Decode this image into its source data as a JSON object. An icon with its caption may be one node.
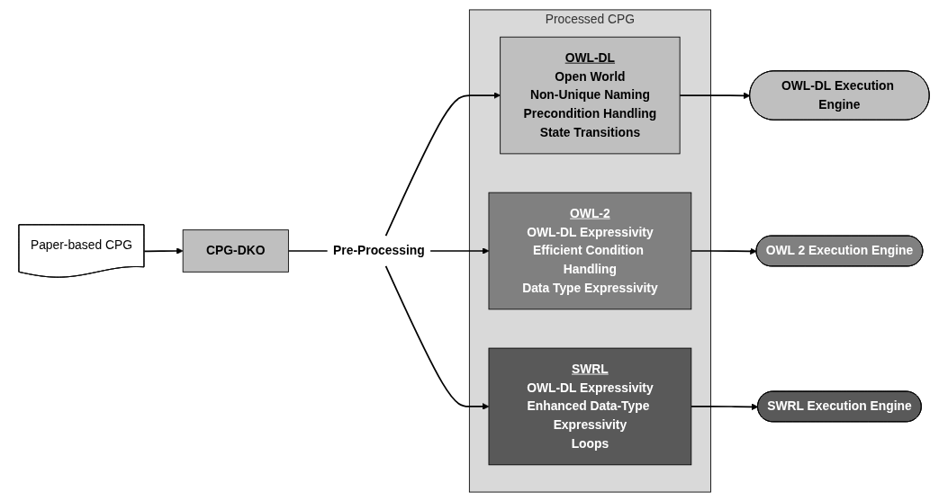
{
  "diagram": {
    "nodes": [
      {
        "text": [
          "Paper-based CPG"
        ]
      },
      {
        "text": [
          "CPG-DKO"
        ]
      },
      {
        "text": [
          "Pre-Processing"
        ]
      },
      {
        "text": [
          "Processed CPG"
        ]
      },
      {
        "text": [
          "OWL-DL",
          "Open World",
          "Non-Unique Naming",
          "Precondition Handling",
          "State Transitions"
        ],
        "in": 3
      },
      {
        "text": [
          "OWL-2",
          "OWL-DL Expressivity",
          "Efficient Condition Handling",
          "Data Type Expressivity"
        ],
        "in": 3
      },
      {
        "text": [
          "SWRL",
          "OWL-DL Expressivity",
          "Enhanced Data-Type Expressivity",
          "Loops"
        ],
        "in": 3
      },
      {
        "text": [
          "OWL-DL Execution Engine"
        ]
      },
      {
        "text": [
          "OWL 2 Execution Engine"
        ]
      },
      {
        "text": [
          "SWRL Execution Engine"
        ]
      }
    ],
    "edges": [
      {
        "from": 0,
        "to": 1,
        "arrow": "to"
      },
      {
        "from": 1,
        "to": 2,
        "arrow": "none"
      },
      {
        "from": 2,
        "to": 4,
        "arrow": "to"
      },
      {
        "from": 2,
        "to": 5,
        "arrow": "to"
      },
      {
        "from": 2,
        "to": 6,
        "arrow": "to"
      },
      {
        "from": 4,
        "to": 7,
        "arrow": "to"
      },
      {
        "from": 5,
        "to": 8,
        "arrow": "to"
      },
      {
        "from": 6,
        "to": 9,
        "arrow": "to"
      }
    ]
  }
}
